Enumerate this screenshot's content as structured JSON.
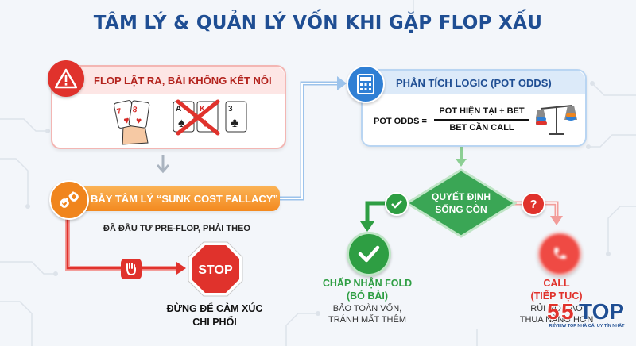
{
  "title": "TÂM LÝ & QUẢN LÝ VỐN KHI GẶP FLOP XẤU",
  "flop_card": {
    "header": "FLOP LẬT RA, BÀI KHÔNG KẾT NỐI",
    "cards": [
      "7",
      "8",
      "A",
      "K",
      "3"
    ]
  },
  "sunk_cost": {
    "header": "BẪY TÂM LÝ “SUNK COST FALLACY”",
    "caption": "ĐÃ ĐẦU TƯ PRE-FLOP, PHẢI THEO"
  },
  "stop": {
    "sign": "STOP",
    "line1": "ĐỪNG ĐỂ CẢM XÚC",
    "line2": "CHI PHỐI"
  },
  "pot_odds": {
    "header": "PHÂN TÍCH LOGIC (POT ODDS)",
    "lhs": "POT ODDS =",
    "numerator": "POT HIỆN TẠI + BET",
    "denominator": "BET CẦN CALL"
  },
  "decision": {
    "line1": "QUYẾT ĐỊNH",
    "line2": "SỐNG CÒN"
  },
  "fold": {
    "title1": "CHẤP NHẬN FOLD",
    "title2": "(BỎ BÀI)",
    "sub1": "BẢO TOÀN VỐN,",
    "sub2": "TRÁNH MẤT THÊM"
  },
  "call": {
    "title1": "CALL",
    "title2": "(TIẾP TỤC)",
    "sub1": "RỦI RO CAO",
    "sub2": "THUA NẶNG HƠN"
  },
  "logo": {
    "brand": "TOP",
    "tagline": "REVIEW TOP NHÀ CÁI UY TÍN NHẤT"
  },
  "colors": {
    "title": "#1f4e93",
    "red": "#e0322c",
    "orange": "#f0851d",
    "blue": "#2f7fd4",
    "green": "#2e9e43"
  }
}
